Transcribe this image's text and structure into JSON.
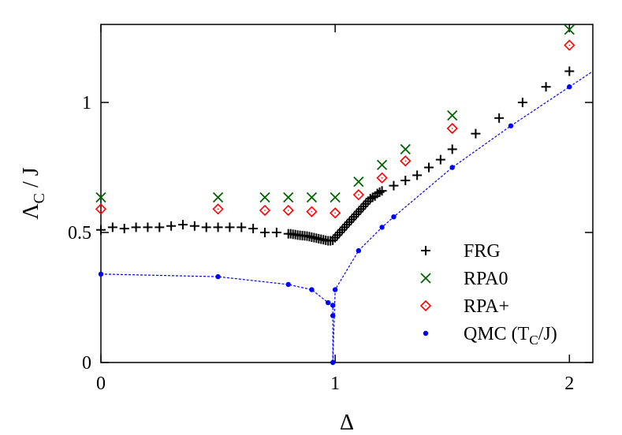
{
  "chart_data": {
    "type": "scatter",
    "xlabel": "Δ",
    "ylabel": "Λ",
    "ylabel_sub": "C",
    "ylabel_tail": " / J",
    "xlim": [
      0,
      2.1
    ],
    "ylim": [
      0,
      1.3
    ],
    "x_ticks": [
      0,
      1,
      2
    ],
    "x_tick_labels": [
      "0",
      "1",
      "2"
    ],
    "y_ticks": [
      0,
      0.5,
      1
    ],
    "y_tick_labels": [
      "0",
      "0.5",
      "1"
    ],
    "legend_position": "lower-right",
    "grid": false,
    "series": [
      {
        "name": "FRG",
        "marker": "plus",
        "color": "#000000",
        "x": [
          0,
          0.05,
          0.1,
          0.15,
          0.2,
          0.25,
          0.3,
          0.35,
          0.4,
          0.45,
          0.5,
          0.55,
          0.6,
          0.65,
          0.7,
          0.75,
          0.8,
          0.81,
          0.82,
          0.83,
          0.84,
          0.85,
          0.86,
          0.87,
          0.88,
          0.89,
          0.9,
          0.91,
          0.92,
          0.93,
          0.94,
          0.95,
          0.96,
          0.97,
          0.98,
          0.99,
          1.0,
          1.01,
          1.02,
          1.03,
          1.04,
          1.05,
          1.06,
          1.07,
          1.08,
          1.09,
          1.1,
          1.11,
          1.12,
          1.13,
          1.14,
          1.15,
          1.16,
          1.17,
          1.18,
          1.19,
          1.2,
          1.25,
          1.3,
          1.35,
          1.4,
          1.45,
          1.5,
          1.6,
          1.7,
          1.8,
          1.9,
          2.0
        ],
        "y": [
          0.51,
          0.52,
          0.515,
          0.52,
          0.52,
          0.52,
          0.525,
          0.53,
          0.525,
          0.52,
          0.52,
          0.52,
          0.52,
          0.515,
          0.5,
          0.5,
          0.495,
          0.495,
          0.493,
          0.492,
          0.49,
          0.489,
          0.488,
          0.487,
          0.486,
          0.484,
          0.482,
          0.48,
          0.478,
          0.476,
          0.474,
          0.472,
          0.47,
          0.468,
          0.468,
          0.47,
          0.48,
          0.49,
          0.5,
          0.51,
          0.52,
          0.53,
          0.54,
          0.55,
          0.56,
          0.57,
          0.58,
          0.59,
          0.6,
          0.61,
          0.62,
          0.63,
          0.635,
          0.64,
          0.65,
          0.655,
          0.66,
          0.68,
          0.7,
          0.72,
          0.75,
          0.78,
          0.82,
          0.88,
          0.94,
          1.0,
          1.06,
          1.12
        ]
      },
      {
        "name": "RPA0",
        "marker": "cross",
        "color": "#006400",
        "x": [
          0,
          0.5,
          0.7,
          0.8,
          0.9,
          1.0,
          1.1,
          1.2,
          1.3,
          1.5,
          2.0
        ],
        "y": [
          0.635,
          0.635,
          0.635,
          0.635,
          0.635,
          0.635,
          0.695,
          0.76,
          0.82,
          0.95,
          1.28
        ]
      },
      {
        "name": "RPA+",
        "marker": "diamond",
        "color": "#ff0000",
        "x": [
          0,
          0.5,
          0.7,
          0.8,
          0.9,
          1.0,
          1.1,
          1.2,
          1.3,
          1.5,
          2.0
        ],
        "y": [
          0.59,
          0.59,
          0.585,
          0.585,
          0.58,
          0.575,
          0.645,
          0.71,
          0.775,
          0.9,
          1.22
        ]
      },
      {
        "name": "QMC (T",
        "name_sub": "C",
        "name_tail": "/J)",
        "marker": "dot",
        "color": "#0000ff",
        "line": "dashed",
        "x": [
          0,
          0.5,
          0.8,
          0.9,
          0.97,
          0.99,
          0.99,
          0.99,
          1.0,
          1.1,
          1.2,
          1.25,
          1.5,
          1.75,
          2.0
        ],
        "y": [
          0.34,
          0.33,
          0.3,
          0.28,
          0.23,
          0.22,
          0.18,
          0.0,
          0.28,
          0.43,
          0.52,
          0.56,
          0.75,
          0.91,
          1.06
        ]
      }
    ]
  }
}
